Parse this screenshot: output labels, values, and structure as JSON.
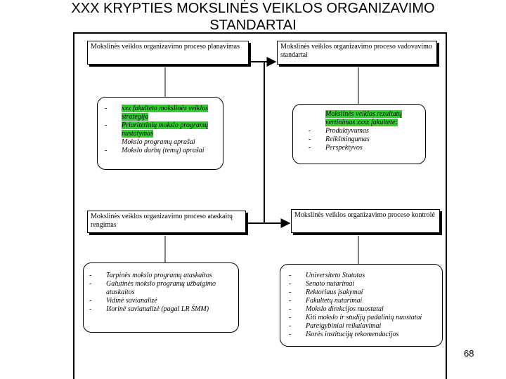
{
  "slide": {
    "title": "XXX KRYPTIES MOKSLINĖS VEIKLOS ORGANIZAVIMO\nSTANDARTAI",
    "page_number": "68"
  },
  "boxes": {
    "planning": "Mokslinės veiklos organizavimo proceso planavimas",
    "management": "Mokslinės veiklos organizavimo proceso vadovavimo standartai",
    "reporting": "Mokslinės veiklos organizavimo proceso ataskaitų rengimas",
    "control": "Mokslinės veiklos organizavimo proceso kontrolė"
  },
  "lists": {
    "planning_items": [
      {
        "dash": "-",
        "text": "xxx  fakulteto mokslinės veiklos strategija",
        "highlight": true
      },
      {
        "dash": "-",
        "text": "Prioritetinių mokslo programų nustatymas",
        "highlight": true
      },
      {
        "dash": "",
        "text": "Mokslo programų aprašai",
        "highlight": false
      },
      {
        "dash": "-",
        "text": "Mokslo darbų (temų) aprašai",
        "highlight": false
      }
    ],
    "management_items": [
      {
        "dash": "",
        "text": "Mokslinės veiklos rezultatų vertinimas xxxx  fakultete:",
        "highlight": true
      },
      {
        "dash": "-",
        "text": "Produktyvumas",
        "highlight": false
      },
      {
        "dash": "-",
        "text": "Reikšmingumas",
        "highlight": false
      },
      {
        "dash": "-",
        "text": "Perspektyvos",
        "highlight": false
      }
    ],
    "reporting_items": [
      {
        "dash": "-",
        "text": "Tarpinės mokslo programų ataskaitos",
        "highlight": false
      },
      {
        "dash": "-",
        "text": "Galutinės mokslo programų užbaigimo ataskaitos",
        "highlight": false
      },
      {
        "dash": "-",
        "text": "Vidinė savianalizė",
        "highlight": false
      },
      {
        "dash": "-",
        "text": "Išorinė savianalizė (pagal LR ŠMM)",
        "highlight": false
      }
    ],
    "control_items": [
      {
        "dash": "-",
        "text": "Universiteto Statutas",
        "highlight": false
      },
      {
        "dash": "-",
        "text": "Senato nutarimai",
        "highlight": false
      },
      {
        "dash": "-",
        "text": "Rektoriaus įsakymai",
        "highlight": false
      },
      {
        "dash": "-",
        "text": "Fakultetų nutarimai",
        "highlight": false
      },
      {
        "dash": "-",
        "text": "Mokslo direkcijos nuostatai",
        "highlight": false
      },
      {
        "dash": "-",
        "text": "Kiti mokslo ir studijų padalinių nuostatai",
        "highlight": false
      },
      {
        "dash": "-",
        "text": "Pareigybiniai reikalavimai",
        "highlight": false
      },
      {
        "dash": "-",
        "text": "Išorės institucijų rekomendacijos",
        "highlight": false
      }
    ]
  }
}
